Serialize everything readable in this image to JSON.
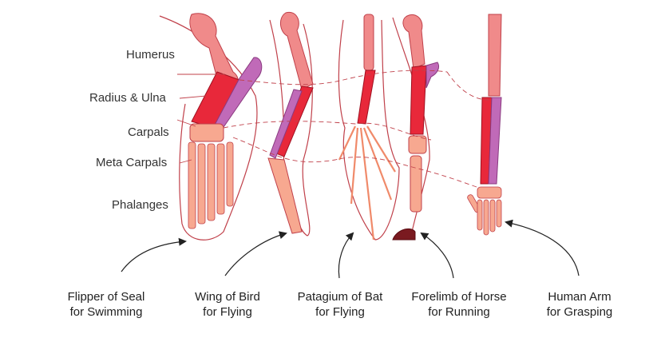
{
  "bone_labels": {
    "humerus": "Humerus",
    "radius_ulna": "Radius & Ulna",
    "carpals": "Carpals",
    "meta_carpals": "Meta Carpals",
    "phalanges": "Phalanges"
  },
  "limbs": [
    {
      "line1": "Flipper of Seal",
      "line2": "for Swimming"
    },
    {
      "line1": "Wing of Bird",
      "line2": "for Flying"
    },
    {
      "line1": "Patagium of Bat",
      "line2": "for Flying"
    },
    {
      "line1": "Forelimb of Horse",
      "line2": "for Running"
    },
    {
      "line1": "Human Arm",
      "line2": "for Grasping"
    }
  ],
  "colors": {
    "humerus": "#f08a8a",
    "radius": "#e8283a",
    "ulna": "#c06ab8",
    "hand": "#f7a890",
    "outline": "#c0404a",
    "arrow": "#222222"
  }
}
